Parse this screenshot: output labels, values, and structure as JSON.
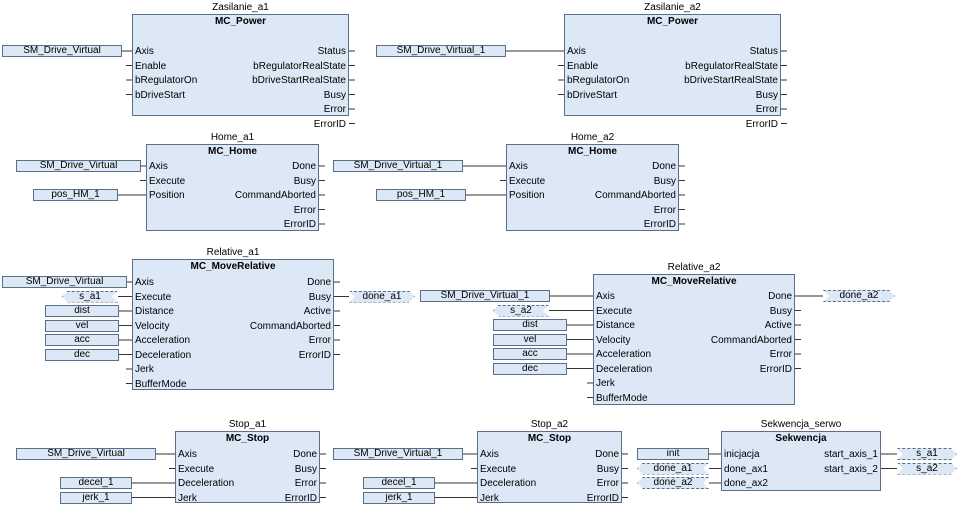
{
  "blocks": {
    "zasilanie_a1": {
      "instance": "Zasilanie_a1",
      "type": "MC_Power",
      "inputs": [
        "Axis",
        "Enable",
        "bRegulatorOn",
        "bDriveStart"
      ],
      "outputs": [
        "Status",
        "bRegulatorRealState",
        "bDriveStartRealState",
        "Busy",
        "Error",
        "ErrorID"
      ]
    },
    "zasilanie_a2": {
      "instance": "Zasilanie_a2",
      "type": "MC_Power",
      "inputs": [
        "Axis",
        "Enable",
        "bRegulatorOn",
        "bDriveStart"
      ],
      "outputs": [
        "Status",
        "bRegulatorRealState",
        "bDriveStartRealState",
        "Busy",
        "Error",
        "ErrorID"
      ]
    },
    "home_a1": {
      "instance": "Home_a1",
      "type": "MC_Home",
      "inputs": [
        "Axis",
        "Execute",
        "Position"
      ],
      "outputs": [
        "Done",
        "Busy",
        "CommandAborted",
        "Error",
        "ErrorID"
      ]
    },
    "home_a2": {
      "instance": "Home_a2",
      "type": "MC_Home",
      "inputs": [
        "Axis",
        "Execute",
        "Position"
      ],
      "outputs": [
        "Done",
        "Busy",
        "CommandAborted",
        "Error",
        "ErrorID"
      ]
    },
    "relative_a1": {
      "instance": "Relative_a1",
      "type": "MC_MoveRelative",
      "inputs": [
        "Axis",
        "Execute",
        "Distance",
        "Velocity",
        "Acceleration",
        "Deceleration",
        "Jerk",
        "BufferMode"
      ],
      "outputs": [
        "Done",
        "Busy",
        "Active",
        "CommandAborted",
        "Error",
        "ErrorID"
      ]
    },
    "relative_a2": {
      "instance": "Relative_a2",
      "type": "MC_MoveRelative",
      "inputs": [
        "Axis",
        "Execute",
        "Distance",
        "Velocity",
        "Acceleration",
        "Deceleration",
        "Jerk",
        "BufferMode"
      ],
      "outputs": [
        "Done",
        "Busy",
        "Active",
        "CommandAborted",
        "Error",
        "ErrorID"
      ]
    },
    "stop_a1": {
      "instance": "Stop_a1",
      "type": "MC_Stop",
      "inputs": [
        "Axis",
        "Execute",
        "Deceleration",
        "Jerk"
      ],
      "outputs": [
        "Done",
        "Busy",
        "Error",
        "ErrorID"
      ]
    },
    "stop_a2": {
      "instance": "Stop_a2",
      "type": "MC_Stop",
      "inputs": [
        "Axis",
        "Execute",
        "Deceleration",
        "Jerk"
      ],
      "outputs": [
        "Done",
        "Busy",
        "Error",
        "ErrorID"
      ]
    },
    "sekwencja": {
      "instance": "Sekwencja_serwo",
      "type": "Sekwencja",
      "inputs": [
        "inicjacja",
        "done_ax1",
        "done_ax2"
      ],
      "outputs": [
        "start_axis_1",
        "start_axis_2"
      ]
    }
  },
  "variables": {
    "axis1": "SM_Drive_Virtual",
    "axis2": "SM_Drive_Virtual_1",
    "pos_hm": "pos_HM_1",
    "s_a1": "s_a1",
    "s_a2": "s_a2",
    "dist": "dist",
    "vel": "vel",
    "acc": "acc",
    "dec": "dec",
    "done_a1": "done_a1",
    "done_a2": "done_a2",
    "decel": "decel_1",
    "jerk": "jerk_1",
    "init": "init"
  },
  "colors": {
    "block_fill": "#dce8f5",
    "block_border": "#5a6e88",
    "wire": "#333333"
  }
}
